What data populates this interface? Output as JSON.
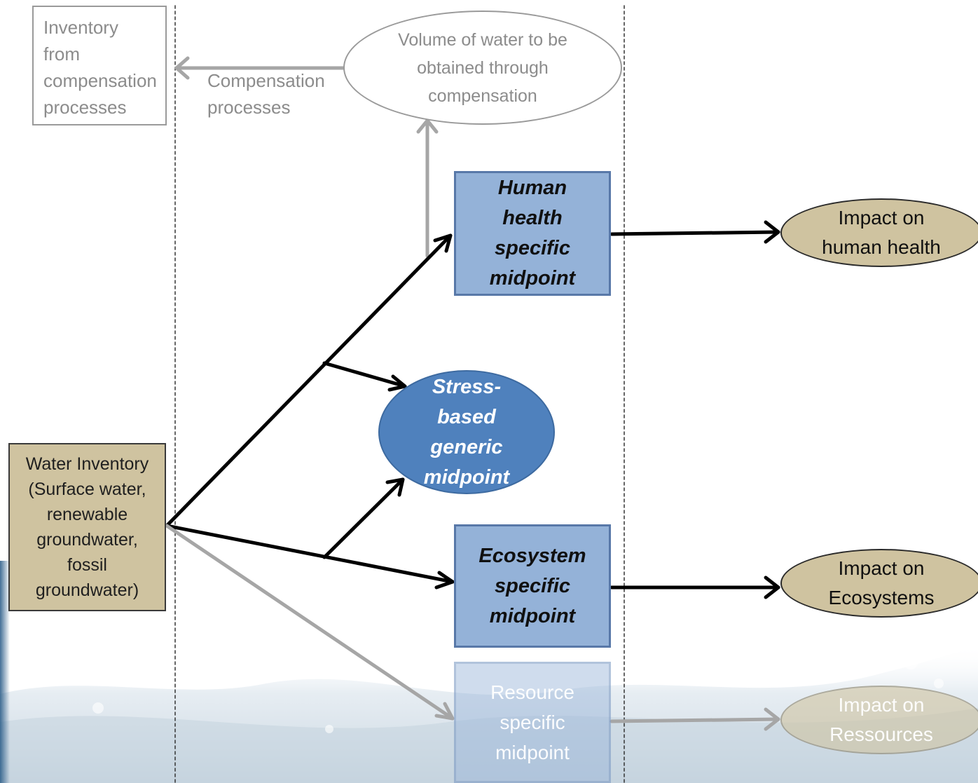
{
  "colors": {
    "tan_fill": "#cfc3a0",
    "blue_box_fill": "#94b2d8",
    "blue_ellipse_fill": "#4f81bd",
    "gray_text": "#8c8c8c",
    "arrow_black": "#000000",
    "arrow_gray": "#a6a6a6"
  },
  "nodes": {
    "inventory_compensation": "Inventory\nfrom\ncompensation\nprocesses",
    "compensation_processes": "Compensation\nprocesses",
    "volume_water": "Volume of water to be\nobtained through\ncompensation",
    "human_health_midpoint": "Human\nhealth\nspecific\nmidpoint",
    "stress_midpoint": "Stress-\nbased\ngeneric\nmidpoint",
    "water_inventory": "Water Inventory\n(Surface water,\nrenewable\ngroundwater,\nfossil\ngroundwater)",
    "ecosystem_midpoint": "Ecosystem\nspecific\nmidpoint",
    "resource_midpoint": "Resource\nspecific\nmidpoint",
    "impact_human_health": "Impact on\nhuman health",
    "impact_ecosystems": "Impact on\nEcosystems",
    "impact_resources": "Impact on\nRessources"
  }
}
